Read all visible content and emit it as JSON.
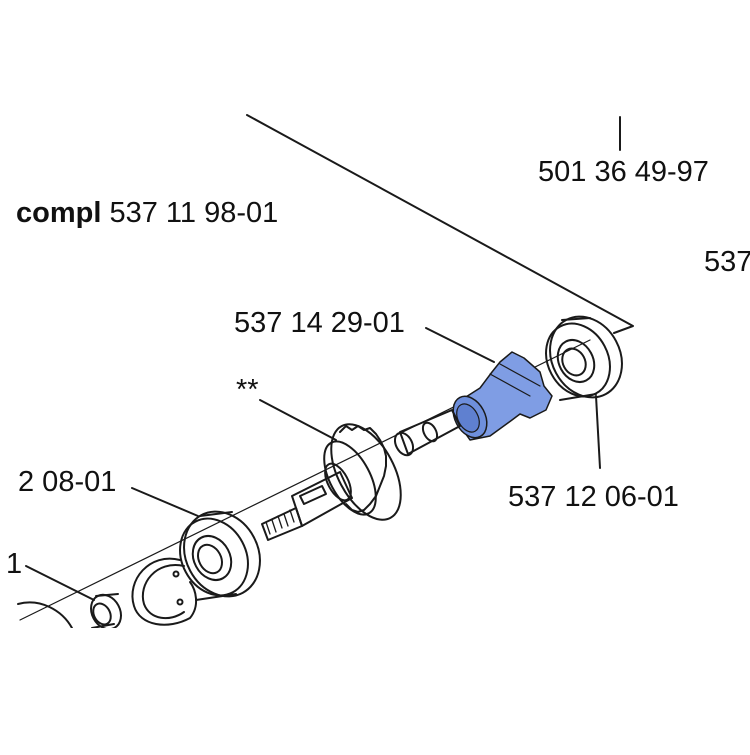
{
  "labels": {
    "assembly_word": "compl",
    "assembly_number": "537 11 98-01",
    "top_part": "501 36 49-97",
    "right_cut_part": "537",
    "sleeve_part": "537 14 29-01",
    "bearing_right_part": "537 12 06-01",
    "gear_mark": "**",
    "bearing_left_part": "2 08-01",
    "edge_part": "1"
  },
  "colors": {
    "highlight": "#7f9de4",
    "highlight_dark": "#5f80d0",
    "line": "#1a1a1a"
  }
}
